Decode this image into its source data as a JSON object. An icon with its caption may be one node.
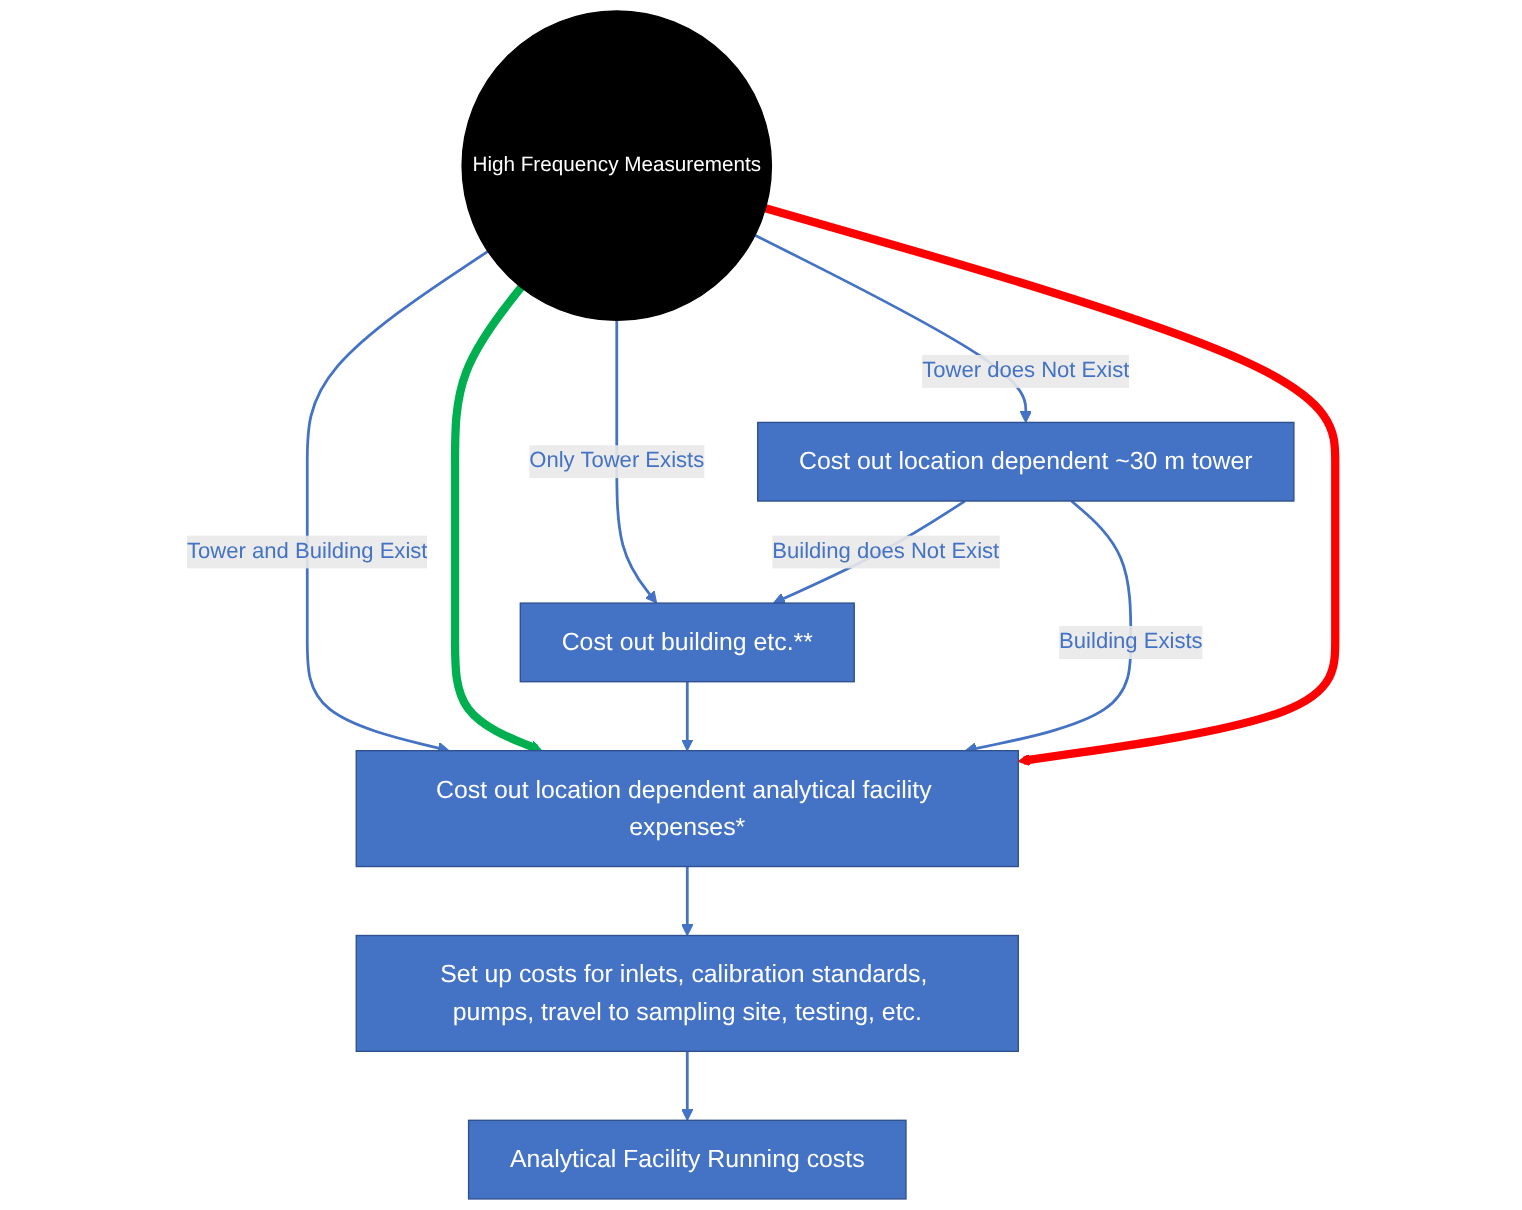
{
  "diagram": {
    "nodes": [
      {
        "text": [
          "High Frequency Measurements"
        ]
      },
      {
        "text": [
          "Cost out location dependent ~30 m tower"
        ]
      },
      {
        "text": [
          "Cost out building etc.**"
        ]
      },
      {
        "text": [
          "Cost out location dependent analytical facility expenses*"
        ]
      },
      {
        "text": [
          "Set up costs for inlets, calibration standards, pumps, travel to sampling site, testing, etc."
        ]
      },
      {
        "text": [
          "Analytical Facility Running costs"
        ]
      }
    ],
    "edges": [
      {
        "from": 0,
        "to": 3,
        "arrow": "to",
        "label": "Tower and Building Exist"
      },
      {
        "from": 0,
        "to": 3,
        "arrow": "to",
        "style": "thick",
        "color": "#00b050"
      },
      {
        "from": 0,
        "to": 2,
        "arrow": "to",
        "label": "Only Tower Exists"
      },
      {
        "from": 0,
        "to": 1,
        "arrow": "to",
        "label": "Tower does Not Exist"
      },
      {
        "from": 0,
        "to": 3,
        "arrow": "to",
        "style": "thick",
        "color": "#ff0000"
      },
      {
        "from": 1,
        "to": 2,
        "arrow": "to",
        "label": "Building does Not Exist"
      },
      {
        "from": 1,
        "to": 3,
        "arrow": "to",
        "label": "Building Exists"
      },
      {
        "from": 2,
        "to": 3,
        "arrow": "to"
      },
      {
        "from": 3,
        "to": 4,
        "arrow": "to"
      },
      {
        "from": 4,
        "to": 5,
        "arrow": "to"
      }
    ]
  }
}
